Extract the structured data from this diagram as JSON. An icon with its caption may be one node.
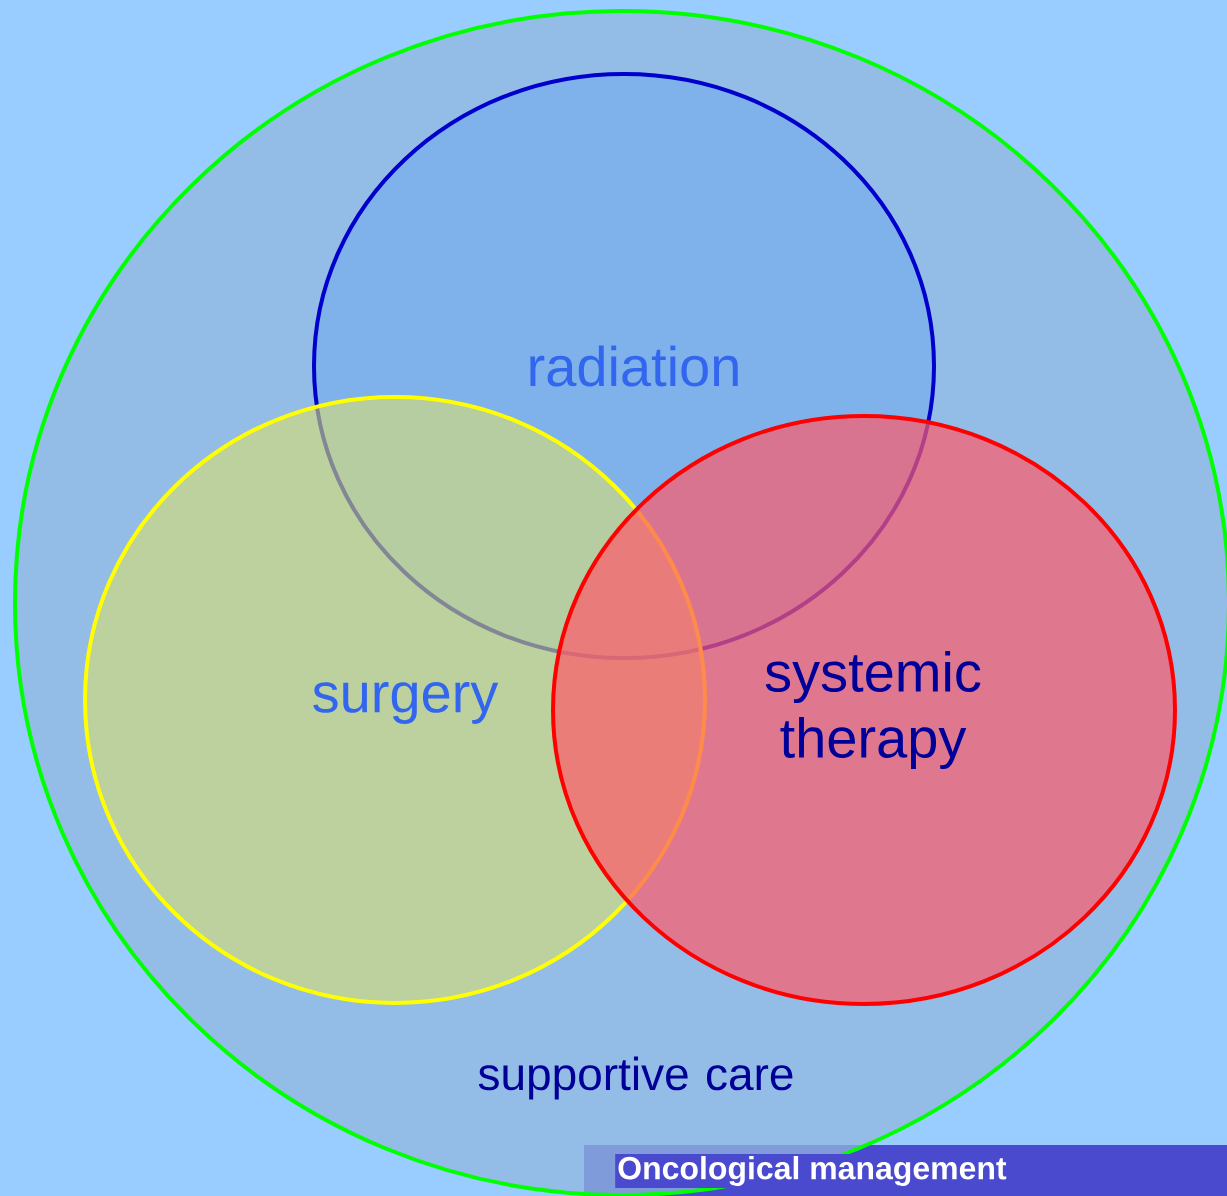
{
  "diagram": {
    "nodes": [
      {
        "text": [
          "supportive care"
        ]
      },
      {
        "text": [
          "radiation"
        ],
        "in": 0
      },
      {
        "text": [
          "surgery"
        ],
        "in": 0
      },
      {
        "text": [
          "systemic therapy"
        ],
        "in": 0
      }
    ],
    "labels": [
      "Oncological management"
    ]
  }
}
